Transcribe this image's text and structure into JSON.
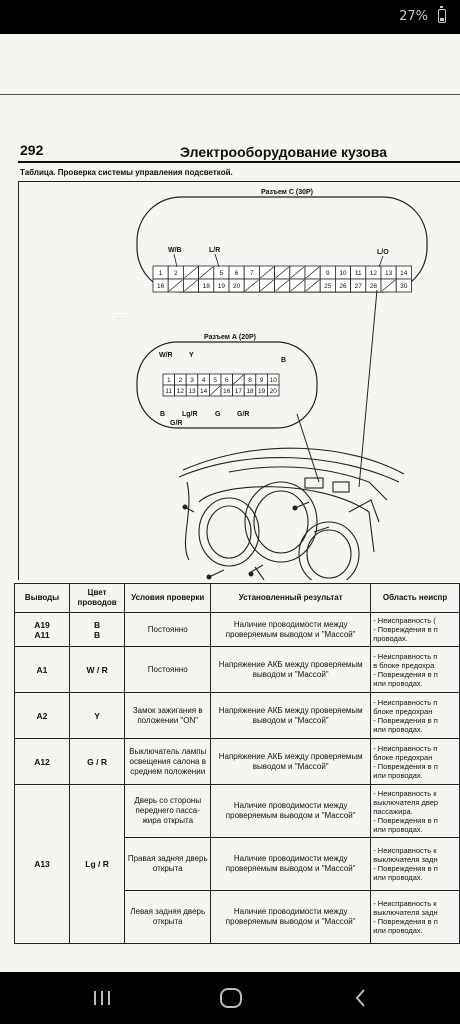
{
  "status_bar": {
    "battery_text": "27%",
    "battery_icon": "battery-icon"
  },
  "page": {
    "number": "292",
    "title": "Электрооборудование кузова",
    "table_caption": "Таблица. Проверка системы управления подсветкой."
  },
  "diagram": {
    "connector_c": {
      "title": "Разъем С (30Р)",
      "wire_labels": [
        "W/B",
        "L/R",
        "L/O"
      ],
      "row1": [
        "1",
        "2",
        "",
        "",
        "5",
        "6",
        "7",
        "",
        "",
        "",
        "",
        "9",
        "10",
        "11",
        "12",
        "13",
        "14"
      ],
      "row2": [
        "16",
        "",
        "",
        "18",
        "19",
        "20",
        "",
        "",
        "",
        "",
        "",
        "25",
        "26",
        "27",
        "28",
        "",
        "30"
      ]
    },
    "connector_a": {
      "title": "Разъем А (20Р)",
      "wire_labels_top": [
        "W/R",
        "Y",
        "B"
      ],
      "wire_labels_bottom": [
        "B",
        "G/R",
        "Lg/R",
        "G",
        "G/R"
      ],
      "row1": [
        "1",
        "2",
        "3",
        "4",
        "5",
        "6",
        "",
        "8",
        "9",
        "10"
      ],
      "row2": [
        "11",
        "12",
        "13",
        "14",
        "",
        "16",
        "17",
        "18",
        "19",
        "20"
      ]
    }
  },
  "table": {
    "headers": [
      "Выводы",
      "Цвет проводов",
      "Условия проверки",
      "Установленный результат",
      "Область неиспр"
    ],
    "rows": [
      {
        "pins": [
          "A19",
          "A11"
        ],
        "colors": [
          "B",
          "B"
        ],
        "condition": "Постоянно",
        "result": "Наличие проводимости между проверяемым выводом и \"Массой\"",
        "area": [
          "- Неисправность (",
          "- Повреждения в п",
          "проводах."
        ]
      },
      {
        "pin": "A1",
        "color": "W / R",
        "condition": "Постоянно",
        "result": "Напряжение АКБ между проверяемым выводом и \"Массой\"",
        "area": [
          "- Неисправность п",
          "в блоке предохра",
          "- Повреждения в п",
          "или проводах."
        ]
      },
      {
        "pin": "A2",
        "color": "Y",
        "condition": "Замок зажигания в положении \"ON\"",
        "result": "Напряжение АКБ между проверяемым выводом и \"Массой\"",
        "area": [
          "- Неисправность п",
          "блоке предохран",
          "- Повреждения в п",
          "или проводах."
        ]
      },
      {
        "pin": "A12",
        "color": "G / R",
        "condition": "Выключатель лампы освещения салона в среднем положении",
        "result": "Напряжение АКБ между проверяемым выводом и \"Массой\"",
        "area": [
          "- Неисправность п",
          "блоке предохран",
          "- Повреждения в п",
          "или проводах."
        ]
      },
      {
        "pin": "A13",
        "color": "Lg / R",
        "subrows": [
          {
            "condition": "Дверь со стороны переднего пасса-жира открыта",
            "result": "Наличие проводимости между проверяемым выводом и \"Массой\"",
            "area": [
              "- Неисправность к",
              "выключателя двер",
              "пассажира.",
              "- Повреждения в п",
              "или проводах."
            ]
          },
          {
            "condition": "Правая задняя дверь открыта",
            "result": "Наличие проводимости между проверяемым выводом и \"Массой\"",
            "area": [
              "- Неисправность к",
              "выключателя задн",
              "- Повреждения в п",
              "или проводах."
            ]
          },
          {
            "condition": "Левая задняя дверь открыта",
            "result": "Наличие проводимости между проверяемым выводом и \"Массой\"",
            "area": [
              "- Неисправность к",
              "выключателя задн",
              "- Повреждения в п",
              "или проводах."
            ]
          }
        ]
      }
    ]
  },
  "nav_bar": {
    "icons": [
      "recent-apps-icon",
      "home-icon",
      "back-icon"
    ]
  }
}
